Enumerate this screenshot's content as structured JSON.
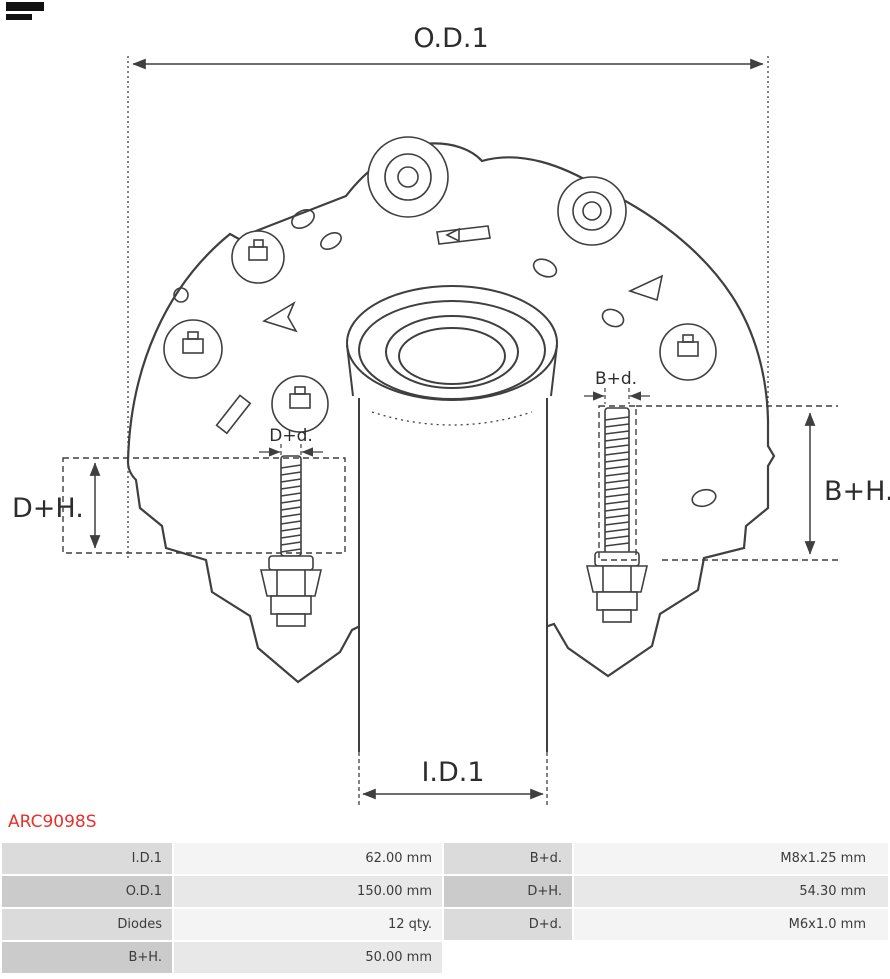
{
  "part": {
    "number": "ARC9098S"
  },
  "colors": {
    "part_number": "#e8312a",
    "drawing_line": "#3f3f3f",
    "table_label_bg_odd": "#dbdbdb",
    "table_label_bg_even": "#cbcbcb",
    "table_value_bg_odd": "#f4f4f4",
    "table_value_bg_even": "#e8e8e8"
  },
  "diagram": {
    "labels": {
      "od1": "O.D.1",
      "id1": "I.D.1",
      "b_d": "B+d.",
      "d_d": "D+d.",
      "d_h": "D+H.",
      "b_h": "B+H."
    }
  },
  "table": {
    "rows": [
      {
        "cells": [
          {
            "label": "I.D.1",
            "value": "62.00 mm"
          },
          {
            "label": "B+d.",
            "value": "M8x1.25 mm"
          }
        ]
      },
      {
        "cells": [
          {
            "label": "O.D.1",
            "value": "150.00 mm"
          },
          {
            "label": "D+H.",
            "value": "54.30 mm"
          }
        ]
      },
      {
        "cells": [
          {
            "label": "Diodes",
            "value": "12 qty."
          },
          {
            "label": "D+d.",
            "value": "M6x1.0 mm"
          }
        ]
      },
      {
        "cells": [
          {
            "label": "B+H.",
            "value": "50.00 mm"
          },
          {
            "label": "",
            "value": ""
          }
        ]
      }
    ]
  }
}
